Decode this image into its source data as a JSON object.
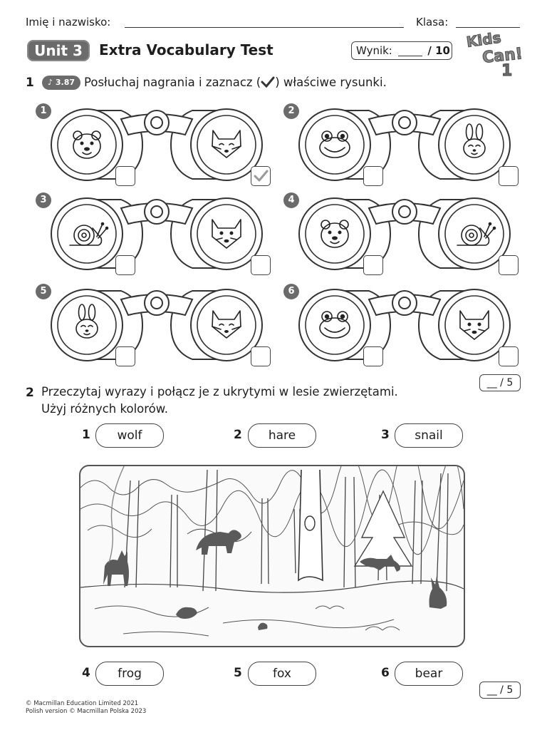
{
  "header": {
    "name_label": "Imię i nazwisko:",
    "class_label": "Klasa:",
    "unit_label": "Unit 3",
    "title": "Extra Vocabulary Test",
    "score_label": "Wynik:",
    "score_total": "/ 10",
    "logo_text_1": "Kids",
    "logo_text_2": "Can!",
    "logo_text_3": "1"
  },
  "exercise1": {
    "number": "1",
    "audio_track": "3.87",
    "instruction_part1": "Posłuchaj nagrania i zaznacz (",
    "instruction_part2": ") właściwe rysunki.",
    "items": [
      {
        "number": "1",
        "left_animal": "bear",
        "right_animal": "fox",
        "left_checked": false,
        "right_checked": true
      },
      {
        "number": "2",
        "left_animal": "frog",
        "right_animal": "hare",
        "left_checked": false,
        "right_checked": false
      },
      {
        "number": "3",
        "left_animal": "snail",
        "right_animal": "wolf",
        "left_checked": false,
        "right_checked": false
      },
      {
        "number": "4",
        "left_animal": "bear",
        "right_animal": "snail",
        "left_checked": false,
        "right_checked": false
      },
      {
        "number": "5",
        "left_animal": "hare",
        "right_animal": "fox",
        "left_checked": false,
        "right_checked": false
      },
      {
        "number": "6",
        "left_animal": "frog",
        "right_animal": "wolf",
        "left_checked": false,
        "right_checked": false
      }
    ],
    "score": "__ / 5"
  },
  "exercise2": {
    "number": "2",
    "instruction_line1": "Przeczytaj wyrazy i połącz je z ukrytymi w lesie zwierzętami.",
    "instruction_line2": "Użyj różnych kolorów.",
    "words": [
      {
        "number": "1",
        "word": "wolf"
      },
      {
        "number": "2",
        "word": "hare"
      },
      {
        "number": "3",
        "word": "snail"
      },
      {
        "number": "4",
        "word": "frog"
      },
      {
        "number": "5",
        "word": "fox"
      },
      {
        "number": "6",
        "word": "bear"
      }
    ],
    "score": "__ / 5"
  },
  "footer": {
    "copyright_line1": "© Macmillan Education Limited 2021",
    "copyright_line2": "Polish version © Macmillan Polska 2023"
  }
}
